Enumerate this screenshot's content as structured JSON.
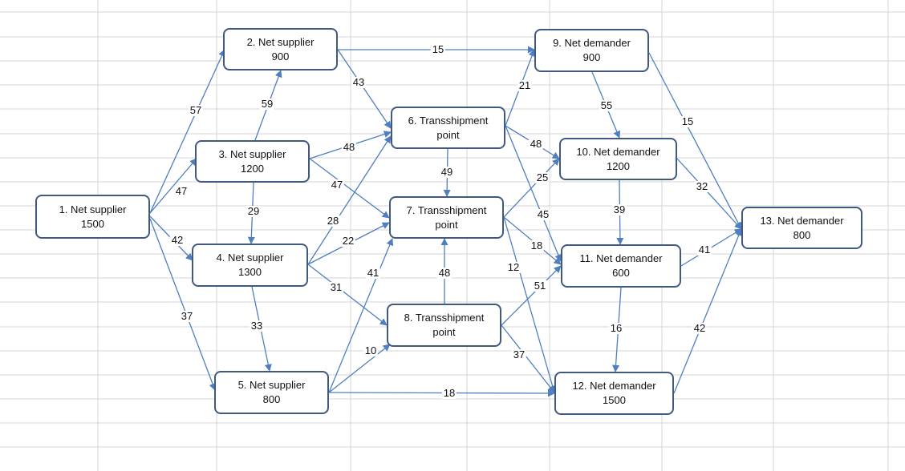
{
  "nodes": {
    "n1": {
      "name": "1. Net supplier",
      "value": "1500"
    },
    "n2": {
      "name": "2. Net supplier",
      "value": "900"
    },
    "n3": {
      "name": "3. Net supplier",
      "value": "1200"
    },
    "n4": {
      "name": "4. Net supplier",
      "value": "1300"
    },
    "n5": {
      "name": "5. Net supplier",
      "value": "800"
    },
    "n6": {
      "name": "6. Transshipment",
      "value": "point"
    },
    "n7": {
      "name": "7. Transshipment",
      "value": "point"
    },
    "n8": {
      "name": "8. Transshipment",
      "value": "point"
    },
    "n9": {
      "name": "9. Net demander",
      "value": "900"
    },
    "n10": {
      "name": "10. Net demander",
      "value": "1200"
    },
    "n11": {
      "name": "11. Net demander",
      "value": "600"
    },
    "n12": {
      "name": "12. Net demander",
      "value": "1500"
    },
    "n13": {
      "name": "13. Net demander",
      "value": "800"
    }
  },
  "edges": [
    {
      "from": "1",
      "to": "2",
      "cost": "57"
    },
    {
      "from": "1",
      "to": "3",
      "cost": "47"
    },
    {
      "from": "1",
      "to": "4",
      "cost": "42"
    },
    {
      "from": "1",
      "to": "5",
      "cost": "37"
    },
    {
      "from": "3",
      "to": "2",
      "cost": "59"
    },
    {
      "from": "3",
      "to": "4",
      "cost": "29"
    },
    {
      "from": "4",
      "to": "5",
      "cost": "33"
    },
    {
      "from": "2",
      "to": "9",
      "cost": "15"
    },
    {
      "from": "2",
      "to": "6",
      "cost": "43"
    },
    {
      "from": "3",
      "to": "6",
      "cost": "48"
    },
    {
      "from": "3",
      "to": "7",
      "cost": "47"
    },
    {
      "from": "4",
      "to": "6",
      "cost": "28"
    },
    {
      "from": "4",
      "to": "7",
      "cost": "22"
    },
    {
      "from": "4",
      "to": "8",
      "cost": "31"
    },
    {
      "from": "5",
      "to": "7",
      "cost": "41"
    },
    {
      "from": "5",
      "to": "8",
      "cost": "10"
    },
    {
      "from": "5",
      "to": "12",
      "cost": "18"
    },
    {
      "from": "6",
      "to": "7",
      "cost": "49"
    },
    {
      "from": "8",
      "to": "7",
      "cost": "48"
    },
    {
      "from": "6",
      "to": "9",
      "cost": "21"
    },
    {
      "from": "6",
      "to": "10",
      "cost": "48"
    },
    {
      "from": "6",
      "to": "11",
      "cost": "45"
    },
    {
      "from": "7",
      "to": "10",
      "cost": "25"
    },
    {
      "from": "7",
      "to": "11",
      "cost": "18"
    },
    {
      "from": "7",
      "to": "12",
      "cost": "12"
    },
    {
      "from": "8",
      "to": "11",
      "cost": "51"
    },
    {
      "from": "8",
      "to": "12",
      "cost": "37"
    },
    {
      "from": "9",
      "to": "10",
      "cost": "55"
    },
    {
      "from": "10",
      "to": "11",
      "cost": "39"
    },
    {
      "from": "11",
      "to": "12",
      "cost": "16"
    },
    {
      "from": "9",
      "to": "13",
      "cost": "15"
    },
    {
      "from": "10",
      "to": "13",
      "cost": "32"
    },
    {
      "from": "11",
      "to": "13",
      "cost": "41"
    },
    {
      "from": "12",
      "to": "13",
      "cost": "42"
    }
  ],
  "colors": {
    "node_border": "#41587f",
    "edge": "#4f7fc0",
    "grid": "#d4d4d4"
  }
}
